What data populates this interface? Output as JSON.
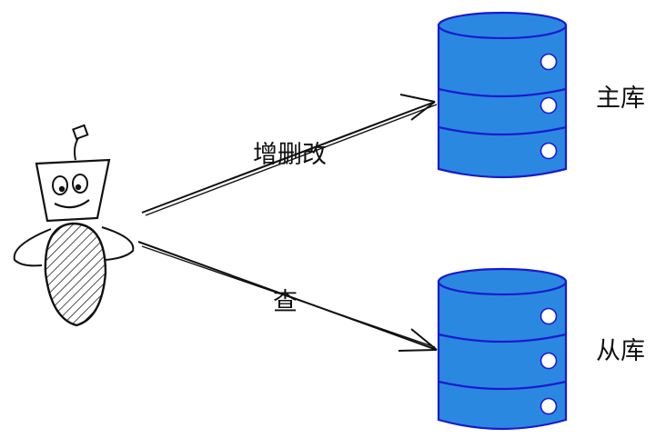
{
  "labels": {
    "edge_write": "增删改",
    "edge_read": "查",
    "db_master": "主库",
    "db_slave": "从库"
  },
  "colors": {
    "db_fill": "#2a88e0",
    "stroke": "#1a1ad0",
    "ink": "#111111"
  }
}
